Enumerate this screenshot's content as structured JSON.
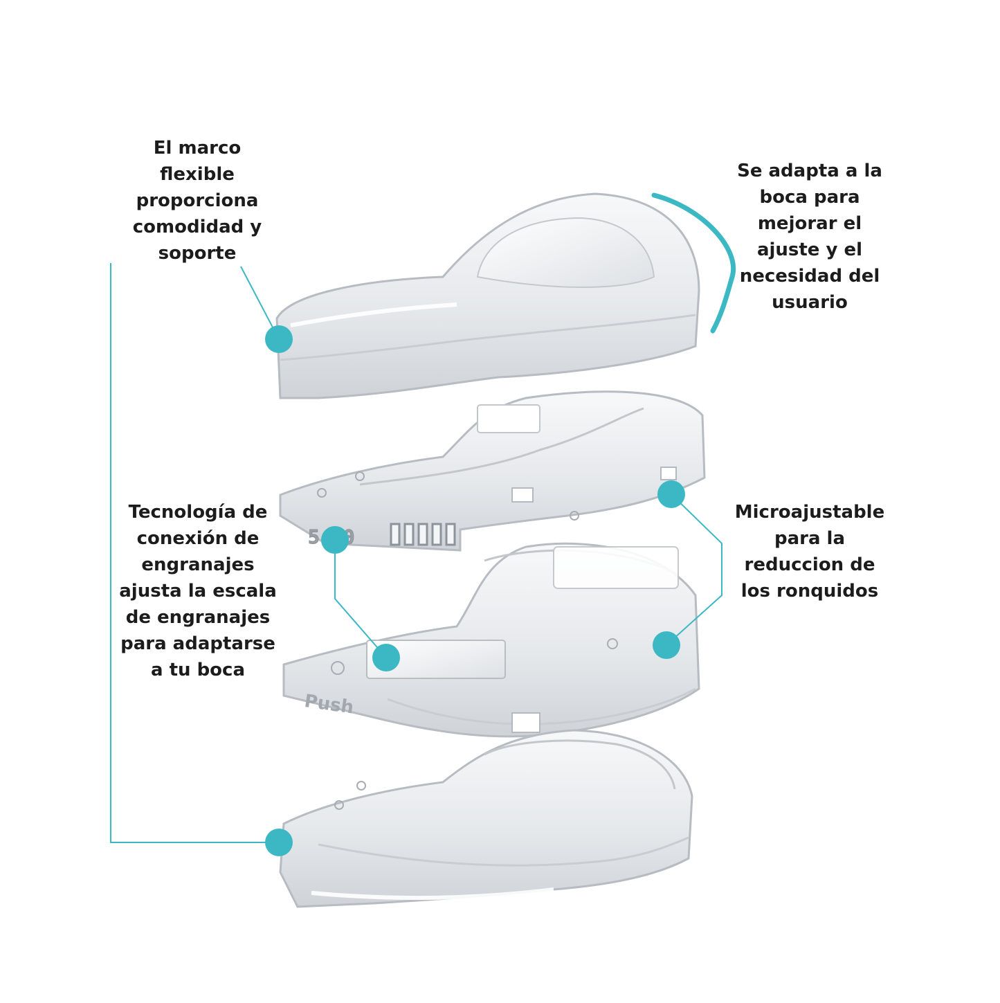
{
  "colors": {
    "accent": "#3bb8c3",
    "text": "#1c1c1c",
    "plastic_fill": "#eef0f2",
    "plastic_edge": "#b7bcc2"
  },
  "callouts": {
    "flexible_frame": [
      "El marco",
      "flexible",
      "proporciona",
      "comodidad y",
      "soporte"
    ],
    "adapts_mouth": [
      "Se adapta a la",
      "boca para",
      "mejorar el",
      "ajuste y el",
      "necesidad del",
      "usuario"
    ],
    "gear_tech": [
      "Tecnología de",
      "conexión de",
      "engranajes",
      "ajusta la escala",
      "de engranajes",
      "para adaptarse",
      "a tu boca"
    ],
    "micro_adjust": [
      "Microajustable",
      "para la",
      "reduccion de",
      "los ronquidos"
    ]
  },
  "device": {
    "scale_marks": "5  10",
    "push_label": "Push"
  }
}
